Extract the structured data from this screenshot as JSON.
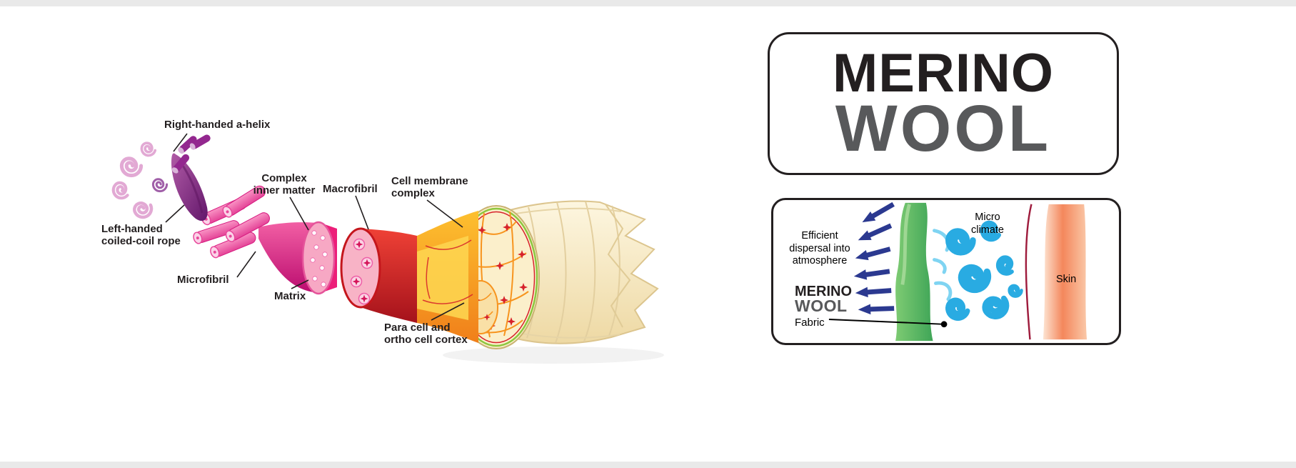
{
  "fiber_diagram": {
    "labels": {
      "right_handed_helix": "Right-handed a-helix",
      "left_handed_rope": "Left-handed\ncoiled-coil rope",
      "microfibril": "Microfibril",
      "complex_inner_matter": "Complex\ninner matter",
      "matrix": "Matrix",
      "macrofibril": "Macrofibril",
      "cell_membrane_complex": "Cell membrane\ncomplex",
      "para_ortho_cortex": "Para cell and\northo cell cortex"
    }
  },
  "brand_card": {
    "line1": "MERINO",
    "line2": "WOOL"
  },
  "mechanism_card": {
    "dispersal": "Efficient\ndispersal into\natmosphere",
    "micro_climate": "Micro\nclimate",
    "skin": "Skin",
    "fabric_line1": "MERINO",
    "fabric_line2": "WOOL",
    "fabric_line3": "Fabric"
  },
  "colors": {
    "merino_black": "#231f20",
    "wool_gray": "#58595b",
    "fabric_green": "#54b948",
    "microclimate_blue": "#29abe2",
    "arrow_navy": "#2b3990",
    "skin_orange": "#f4875c",
    "membrane_red": "#9e1b3c",
    "helix_purple": "#93278f",
    "rope_pink": "#ec6fa8",
    "cone_magenta": "#d4145a",
    "cone_red": "#d6212a",
    "cone_orange": "#f7941e",
    "fiber_cream": "#f8eecb"
  }
}
